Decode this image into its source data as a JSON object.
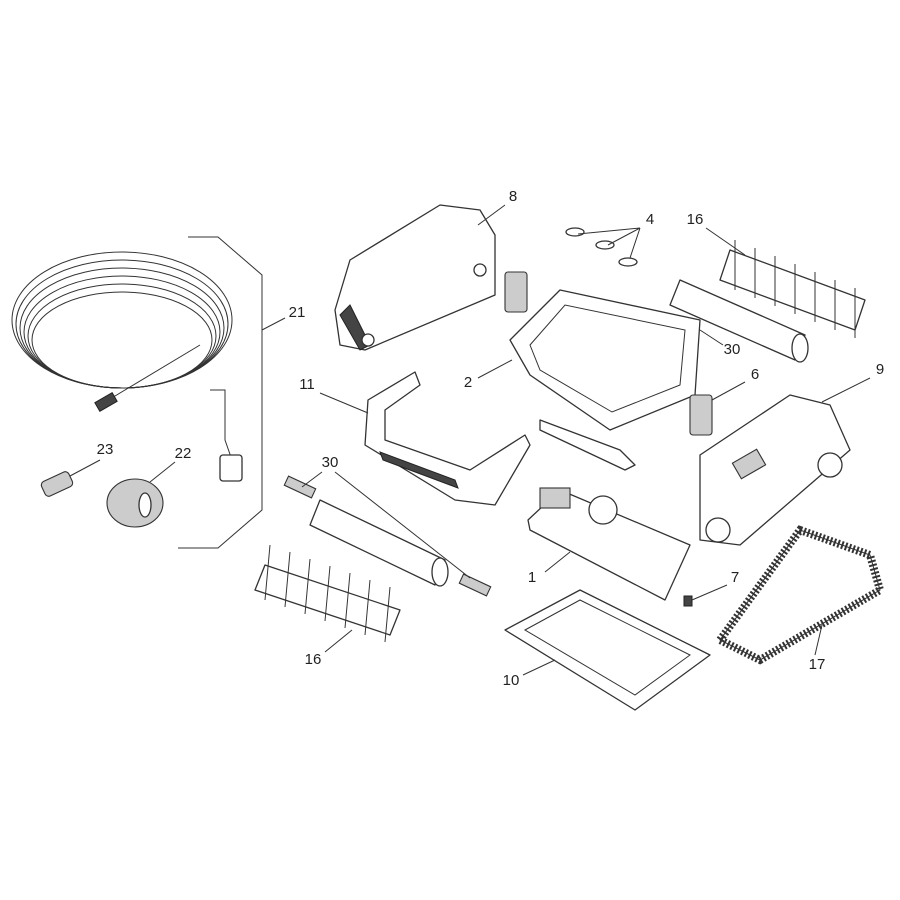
{
  "diagram": {
    "type": "exploded parts diagram",
    "callouts": [
      {
        "id": "8",
        "part": "side-cover-left"
      },
      {
        "id": "4",
        "part": "fasteners"
      },
      {
        "id": "16",
        "part": "brush-top"
      },
      {
        "id": "21",
        "part": "power-cable"
      },
      {
        "id": "30",
        "part": "brush-roller-right"
      },
      {
        "id": "11",
        "part": "front-bumper"
      },
      {
        "id": "2",
        "part": "body-chassis"
      },
      {
        "id": "6",
        "part": "pivot-bracket"
      },
      {
        "id": "9",
        "part": "side-cover-right"
      },
      {
        "id": "23",
        "part": "connector"
      },
      {
        "id": "22",
        "part": "float"
      },
      {
        "id": "30",
        "part": "brush-roller-left"
      },
      {
        "id": "1",
        "part": "motor-unit"
      },
      {
        "id": "7",
        "part": "small-clip"
      },
      {
        "id": "16",
        "part": "brush-bottom"
      },
      {
        "id": "10",
        "part": "filter-tray"
      },
      {
        "id": "17",
        "part": "drive-track"
      }
    ]
  }
}
